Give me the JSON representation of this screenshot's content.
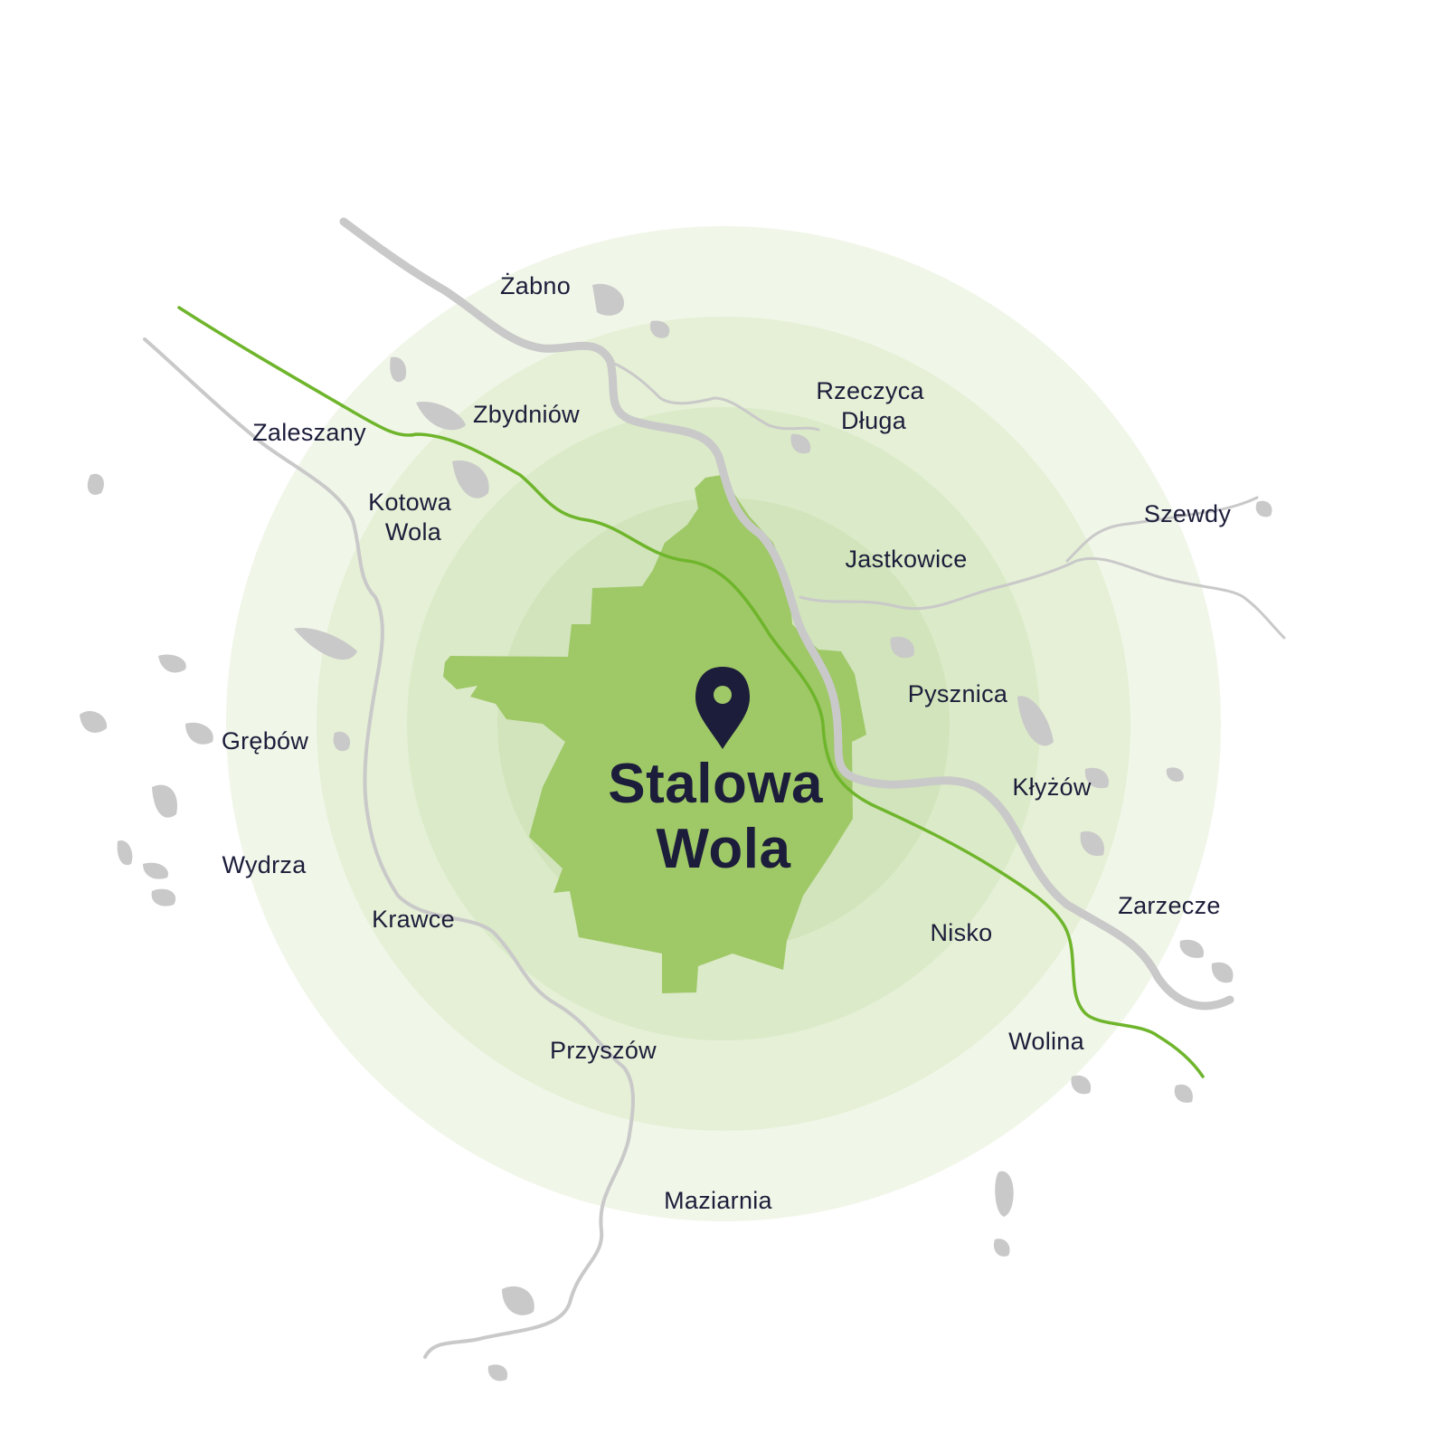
{
  "map": {
    "center_city": {
      "line1": "Stalowa",
      "line2": "Wola"
    },
    "towns": [
      {
        "id": "zabno",
        "lines": [
          "Żabno"
        ]
      },
      {
        "id": "zbydniow",
        "lines": [
          "Zbydniów"
        ]
      },
      {
        "id": "rzeczyca-dluga",
        "lines": [
          "Rzeczyca",
          "Długa"
        ]
      },
      {
        "id": "zaleszany",
        "lines": [
          "Zaleszany"
        ]
      },
      {
        "id": "kotowa-wola",
        "lines": [
          "Kotowa",
          "Wola"
        ]
      },
      {
        "id": "szewdy",
        "lines": [
          "Szewdy"
        ]
      },
      {
        "id": "jastkowice",
        "lines": [
          "Jastkowice"
        ]
      },
      {
        "id": "pysznica",
        "lines": [
          "Pysznica"
        ]
      },
      {
        "id": "grebow",
        "lines": [
          "Grębów"
        ]
      },
      {
        "id": "klyzow",
        "lines": [
          "Kłyżów"
        ]
      },
      {
        "id": "wydrza",
        "lines": [
          "Wydrza"
        ]
      },
      {
        "id": "zarzecze",
        "lines": [
          "Zarzecze"
        ]
      },
      {
        "id": "krawce",
        "lines": [
          "Krawce"
        ]
      },
      {
        "id": "nisko",
        "lines": [
          "Nisko"
        ]
      },
      {
        "id": "wolina",
        "lines": [
          "Wolina"
        ]
      },
      {
        "id": "przyszow",
        "lines": [
          "Przyszów"
        ]
      },
      {
        "id": "maziarnia",
        "lines": [
          "Maziarnia"
        ]
      }
    ],
    "colors": {
      "background": "#ffffff",
      "ring_outer": "#f0f6e8",
      "ring_2": "#e5f0d6",
      "ring_3": "#dbeac8",
      "ring_inner": "#d1e4bb",
      "city_area": "#9fc867",
      "railway": "#6fb52c",
      "river": "#c9c9c9",
      "label_text": "#1c1d3a",
      "pin": "#1c1d3a",
      "pin_dot": "#9fc867"
    },
    "icons": {
      "location_pin": "location-pin-icon"
    }
  }
}
